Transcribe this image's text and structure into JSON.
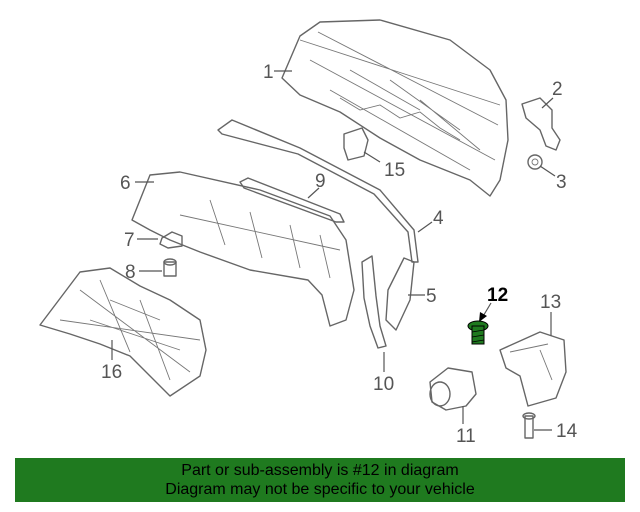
{
  "diagram": {
    "callouts": [
      "1",
      "2",
      "3",
      "4",
      "5",
      "6",
      "7",
      "8",
      "9",
      "10",
      "11",
      "12",
      "13",
      "14",
      "15",
      "16"
    ],
    "highlighted_part": "12",
    "colors": {
      "highlight": "#1f7a1f",
      "line": "#666666"
    }
  },
  "banner": {
    "line1": "Part or sub-assembly is #12 in diagram",
    "line2": "Diagram may not be specific to your vehicle"
  }
}
